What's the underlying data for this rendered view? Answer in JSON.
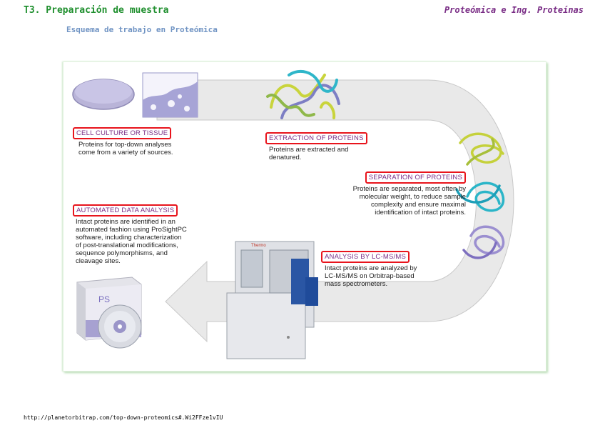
{
  "header": {
    "title": "T3. Preparación de muestra",
    "subtitle": "Esquema de trabajo en Proteómica",
    "course": "Proteómica e Ing. Proteínas"
  },
  "steps": [
    {
      "label": "CELL CULTURE OR TISSUE",
      "desc": "Proteins for top-down analyses\ncome from a variety of sources."
    },
    {
      "label": "EXTRACTION OF PROTEINS",
      "desc": "Proteins are extracted and\ndenatured."
    },
    {
      "label": "SEPARATION OF PROTEINS",
      "desc": "Proteins are separated, most often by\nmolecular weight, to reduce sample\ncomplexity and ensure maximal\nidentification of intact proteins."
    },
    {
      "label": "ANALYSIS BY LC-MS/MS",
      "desc": "Intact proteins are analyzed by\nLC-MS/MS on Orbitrap-based\nmass spectrometers."
    },
    {
      "label": "AUTOMATED DATA ANALYSIS",
      "desc": "Intact proteins are identified in an\nautomated fashion using ProSightPC\nsoftware, including characterization\nof post-translational modifications,\nsequence polymorphisms, and\ncleavage sites."
    }
  ],
  "software_box_label": "PS",
  "instrument_brand": "Thermo",
  "footer_url": "http://planetorbitrap.com/top-down-proteomics#.Wi2FFze1vIU",
  "colors": {
    "title_green": "#1f8f2e",
    "subtitle_blue": "#6f93c3",
    "course_purple": "#7a2e86",
    "label_border_red": "#e8141c",
    "arrow_gray": "#e9e9e9"
  }
}
